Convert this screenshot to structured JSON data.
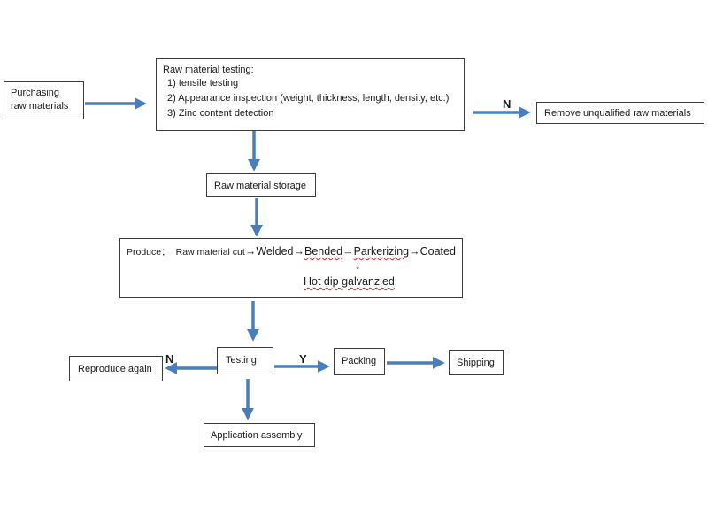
{
  "purchasing": {
    "line1": "Purchasing",
    "line2": "raw materials"
  },
  "testing_raw": {
    "title": "Raw material testing:",
    "item1": "1) tensile testing",
    "item2": "2) Appearance inspection (weight, thickness, length, density, etc.)",
    "item3": "3) Zinc content detection"
  },
  "remove": "Remove unqualified raw materials",
  "storage": "Raw material storage",
  "produce": {
    "label": "Produce：",
    "step1": "Raw material cut",
    "arrow": "→",
    "step2": "Welded",
    "step3": "Bended",
    "step4": "Parkerizing",
    "step5": "Coated",
    "down_arrow": "↓",
    "galv": "Hot dip galvanzied"
  },
  "testing": "Testing",
  "reproduce": "Reproduce again",
  "packing": "Packing",
  "shipping": "Shipping",
  "assembly": "Application assembly",
  "labels": {
    "n_top": "N",
    "n_bottom": "N",
    "y": "Y"
  },
  "colors": {
    "arrow": "#4a7ebb",
    "border": "#3c3c3c",
    "wavy": "#d0202a"
  }
}
